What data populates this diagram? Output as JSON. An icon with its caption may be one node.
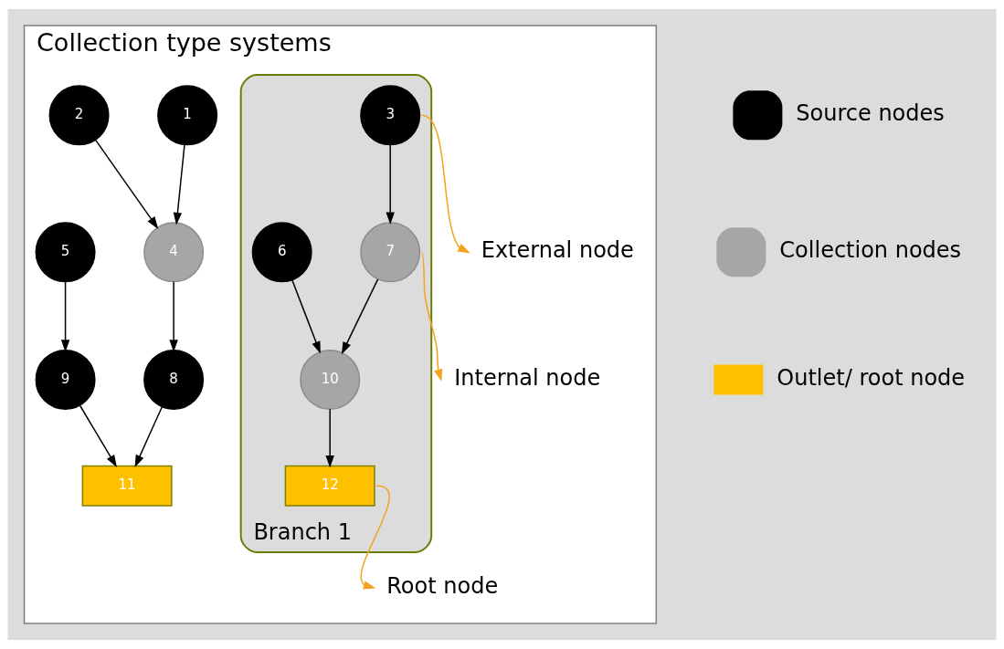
{
  "diagram": {
    "nodes": [
      {
        "text": [
          "Collection type systems"
        ]
      },
      {
        "text": [
          "1"
        ],
        "in": 0
      },
      {
        "text": [
          "2"
        ],
        "in": 0
      },
      {
        "text": [
          "Branch 1"
        ],
        "in": 0
      },
      {
        "text": [
          "3"
        ],
        "in": 3
      },
      {
        "text": [
          "External node"
        ],
        "in": 0
      },
      {
        "text": [
          "Internal node"
        ],
        "in": 0
      },
      {
        "text": [
          "4"
        ],
        "in": 0
      },
      {
        "text": [
          "6"
        ],
        "in": 3
      },
      {
        "text": [
          "7"
        ],
        "in": 3
      },
      {
        "text": [
          "5"
        ],
        "in": 0
      },
      {
        "text": [
          "10"
        ],
        "in": 3
      },
      {
        "text": [
          "8"
        ],
        "in": 0
      },
      {
        "text": [
          "9"
        ],
        "in": 0
      },
      {
        "text": [
          "12"
        ],
        "in": 3
      },
      {
        "text": [
          "Root node"
        ],
        "in": 0
      },
      {
        "text": [
          "11"
        ],
        "in": 0
      }
    ],
    "edges": [
      {
        "from": 1,
        "to": 7,
        "arrow": "to"
      },
      {
        "from": 2,
        "to": 7,
        "arrow": "to"
      },
      {
        "from": 7,
        "to": 12,
        "arrow": "to"
      },
      {
        "from": 10,
        "to": 13,
        "arrow": "to"
      },
      {
        "from": 12,
        "to": 16,
        "arrow": "to"
      },
      {
        "from": 13,
        "to": 16,
        "arrow": "to"
      },
      {
        "from": 4,
        "to": 9,
        "arrow": "to"
      },
      {
        "from": 8,
        "to": 11,
        "arrow": "to"
      },
      {
        "from": 9,
        "to": 11,
        "arrow": "to"
      },
      {
        "from": 11,
        "to": 14,
        "arrow": "to"
      },
      {
        "from": 4,
        "to": 5,
        "arrow": "to",
        "color": "#f4a31f"
      },
      {
        "from": 9,
        "to": 6,
        "arrow": "to",
        "color": "#f4a31f"
      },
      {
        "from": 14,
        "to": 15,
        "arrow": "to",
        "color": "#f4a31f"
      }
    ],
    "legend": [
      {
        "text": "Source nodes",
        "color": "#000000"
      },
      {
        "text": "Collection nodes",
        "color": "#a6a6a6"
      },
      {
        "text": "Outlet/ root node",
        "color": "#ffc000"
      }
    ]
  }
}
